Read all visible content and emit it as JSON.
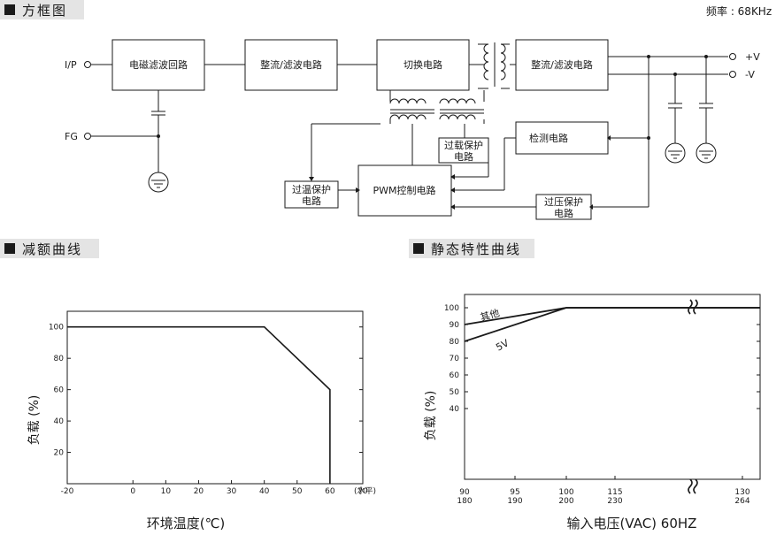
{
  "block_diagram": {
    "title": "方框图",
    "frequency": "频率 : 68KHz",
    "blocks": {
      "emi": "电磁滤波回路",
      "rect1": "整流/滤波电路",
      "switch": "切换电路",
      "rect2": "整流/滤波电路",
      "detect": "检测电路",
      "pwm": "PWM控制电路",
      "otp_l1": "过温保护",
      "otp_l2": "电路",
      "olp_l1": "过载保护",
      "olp_l2": "电路",
      "ovp_l1": "过压保护",
      "ovp_l2": "电路"
    },
    "terminals": {
      "ip": "I/P",
      "fg": "FG",
      "vplus": "+V",
      "vminus": "-V"
    }
  },
  "derating": {
    "title": "减额曲线",
    "chart_data": {
      "type": "line",
      "title": "",
      "xlabel": "环境温度(℃)",
      "x_unit": "(水平)",
      "ylabel": "负载 (%)",
      "xlim": [
        -20,
        70
      ],
      "ylim": [
        0,
        110
      ],
      "x_ticks": [
        "-20",
        "0",
        "10",
        "20",
        "30",
        "40",
        "50",
        "60",
        "70"
      ],
      "y_ticks": [
        "20",
        "40",
        "60",
        "80",
        "100"
      ],
      "series": [
        {
          "x": [
            -20,
            40,
            60,
            60
          ],
          "y": [
            100,
            100,
            60,
            0
          ]
        }
      ]
    }
  },
  "static": {
    "title": "静态特性曲线",
    "chart_data": {
      "type": "line",
      "title": "",
      "xlabel": "输入电压(VAC) 60HZ",
      "ylabel": "负载 (%)",
      "ylim": [
        30,
        100
      ],
      "x_ticks_top": [
        "90",
        "95",
        "100",
        "115",
        "130"
      ],
      "x_ticks_bottom": [
        "180",
        "190",
        "200",
        "230",
        "264"
      ],
      "y_ticks": [
        "40",
        "50",
        "60",
        "70",
        "80",
        "90",
        "100"
      ],
      "series": [
        {
          "name": "其他",
          "x": [
            90,
            100,
            130
          ],
          "y": [
            90,
            100,
            100
          ]
        },
        {
          "name": "5V",
          "x": [
            90,
            100,
            130
          ],
          "y": [
            80,
            100,
            100
          ]
        }
      ]
    }
  }
}
